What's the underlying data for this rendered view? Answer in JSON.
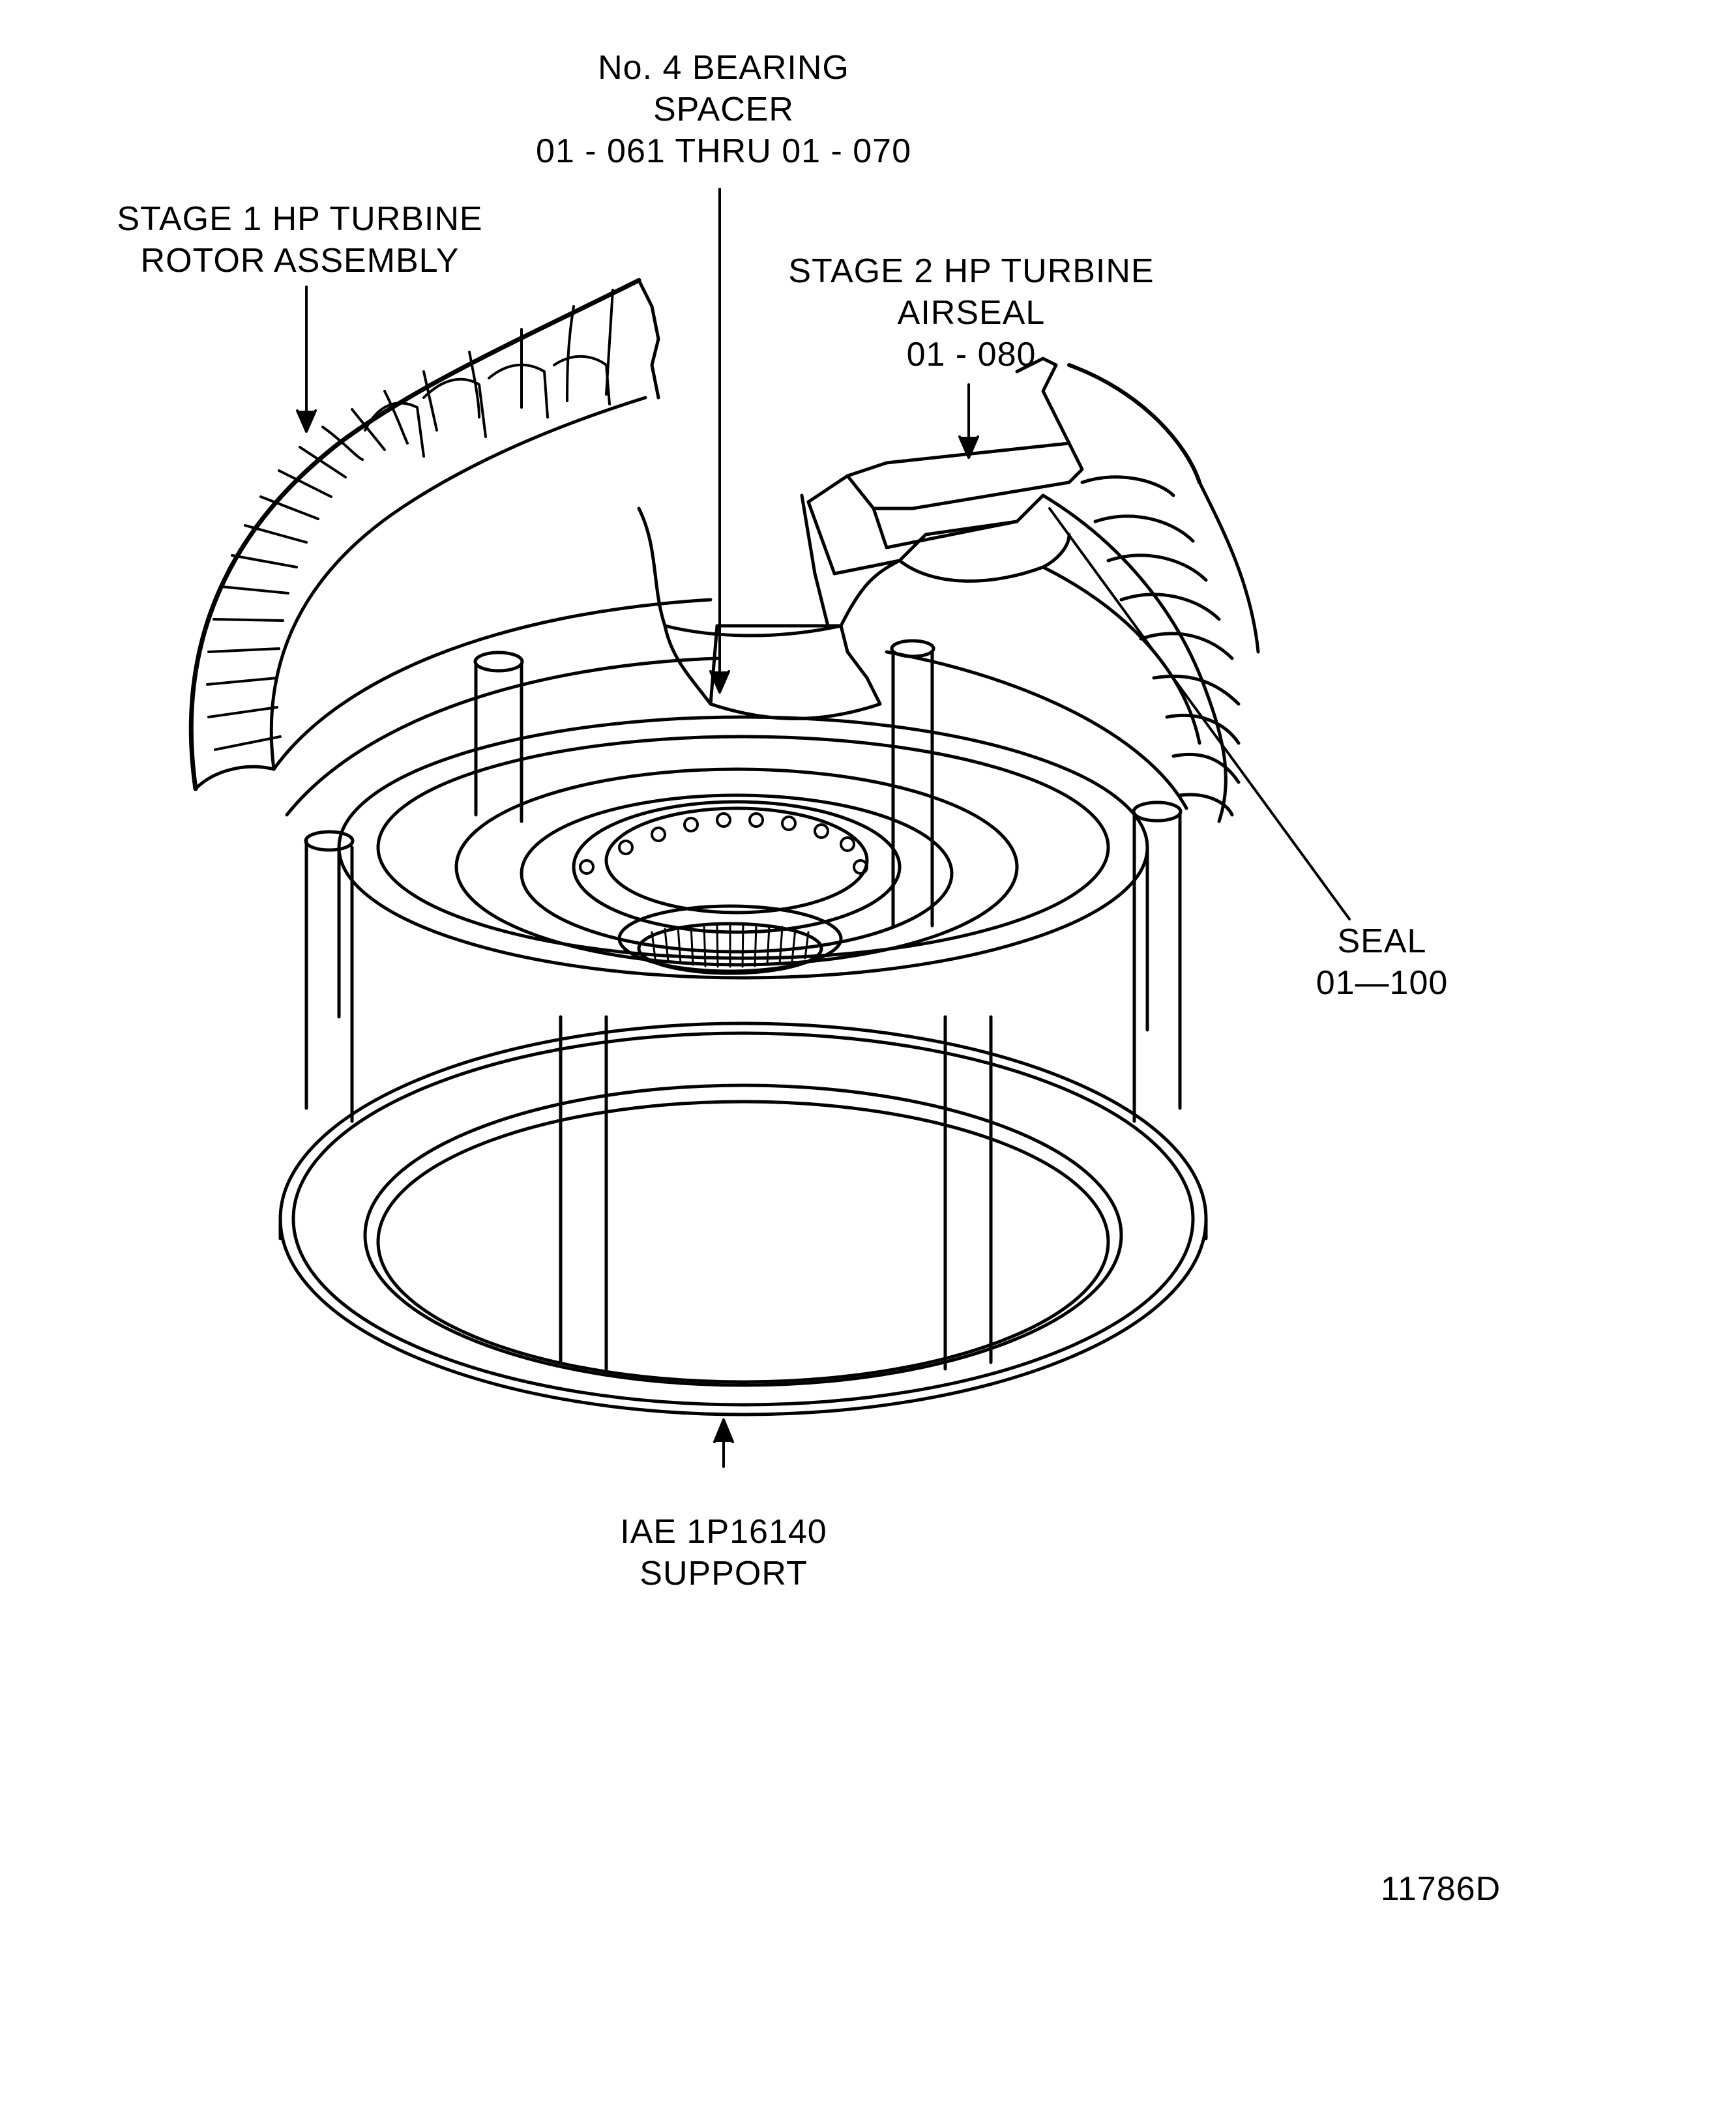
{
  "labels": {
    "bearing_spacer": {
      "line1": "No. 4 BEARING",
      "line2": "SPACER",
      "line3": "01 - 061 THRU 01 - 070"
    },
    "stage1_rotor": {
      "line1": "STAGE 1 HP TURBINE",
      "line2": "ROTOR ASSEMBLY"
    },
    "stage2_airseal": {
      "line1": "STAGE 2 HP TURBINE",
      "line2": "AIRSEAL",
      "line3": "01 - 080"
    },
    "seal": {
      "line1": "SEAL",
      "line2": "01—100"
    },
    "support": {
      "line1": "IAE 1P16140",
      "line2": "SUPPORT"
    },
    "figure_number": "11786D"
  },
  "colors": {
    "ink": "#000000",
    "paper": "#ffffff"
  }
}
